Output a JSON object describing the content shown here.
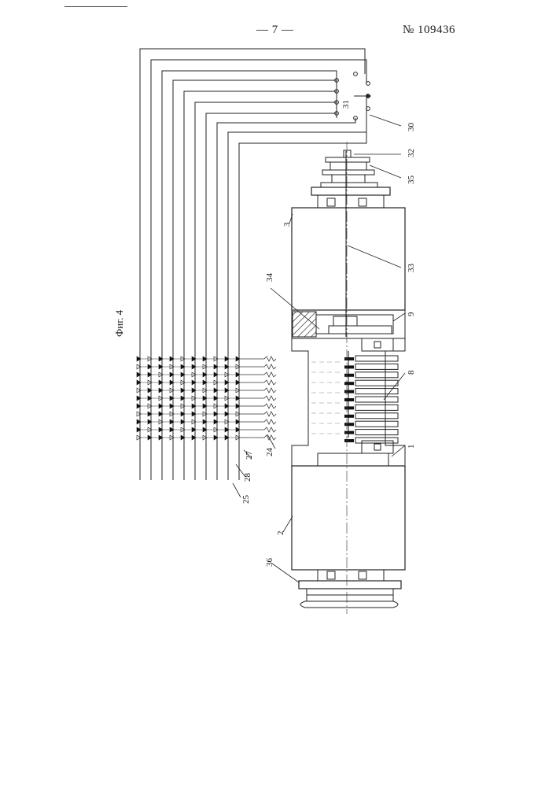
{
  "header": {
    "page_number": "— 7 —",
    "patent_number": "№ 109436"
  },
  "figure": {
    "caption": "Фиг. 4",
    "callouts": {
      "c1": "1",
      "c2": "2",
      "c3": "3",
      "c8": "8",
      "c9": "9",
      "c24": "24",
      "c25": "25",
      "c27": "27",
      "c28": "28",
      "c30": "30",
      "c31": "31",
      "c32": "32",
      "c33": "33",
      "c34": "34",
      "c35": "35",
      "c36": "36"
    }
  }
}
